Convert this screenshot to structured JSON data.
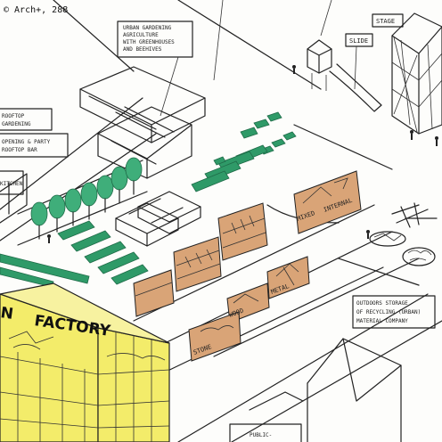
{
  "credit": "© Arch+, 288",
  "labels": {
    "urban_gardening": [
      "URBAN GARDENING",
      "AGRICULTURE",
      "WITH GREENHOUSES",
      "AND BEEHIVES"
    ],
    "stage": "STAGE",
    "slide": "SLIDE",
    "rooftop_gardening": [
      "ROOFTOP",
      "GARDENING"
    ],
    "opening_party": [
      "OPENING & PARTY",
      "ROOFTOP BAR"
    ],
    "kitchen": [
      "KITCHEN"
    ],
    "mixed": "MIXED",
    "internal": "INTERNAL",
    "metal": "METAL",
    "wood": "WOOD",
    "stone": "STONE",
    "outdoors_storage": [
      "OUTDOORS STORAGE",
      "OF RECYCLING (URBAN)",
      "MATERIAL COMPANY"
    ],
    "public": "PUBLIC-",
    "factory": "FACTORY",
    "factory_prefix": "N"
  },
  "colors": {
    "factory_fill": "#f3ec6a",
    "crate_fill": "#d9a477",
    "plant_green": "#3fae7a",
    "bed_green": "#2f9a68",
    "ink": "#222222"
  }
}
